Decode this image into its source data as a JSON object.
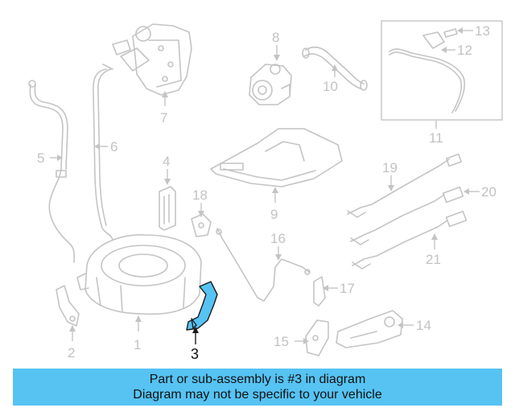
{
  "diagram": {
    "callouts": [
      "1",
      "2",
      "3",
      "4",
      "5",
      "6",
      "7",
      "8",
      "10",
      "11",
      "12",
      "13",
      "14",
      "15",
      "16",
      "17",
      "18",
      "19",
      "20",
      "21",
      "9"
    ],
    "highlight_color": "#56c3f3",
    "part_color": "#c4c4c4",
    "highlighted_part": "3"
  },
  "banner": {
    "line1": "Part or sub-assembly is #3 in diagram",
    "line2": "Diagram may not be specific to your vehicle",
    "color": "#56c3f3"
  }
}
